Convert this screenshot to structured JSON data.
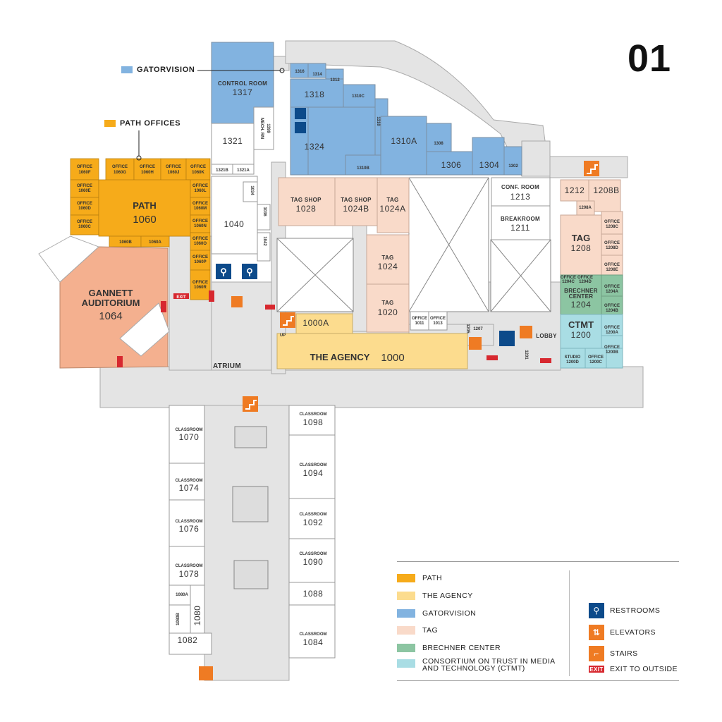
{
  "floor_number": "01",
  "callouts": {
    "gatorvision": "GATORVISION",
    "path_offices": "PATH OFFICES"
  },
  "colors": {
    "path": "#f6ab1a",
    "agency": "#fcdc8e",
    "gatorvision": "#82b3e0",
    "tag": "#f9dac9",
    "brechner": "#8cc5a2",
    "ctmt": "#a9dde4",
    "auditorium": "#f4b08f",
    "corridor": "#e4e4e4",
    "wall": "#9a9a9a",
    "restroom": "#0c4a8a",
    "elevator": "#ef7b23",
    "stairs": "#ef7b23",
    "exit": "#d7282f"
  },
  "rooms": {
    "control_room": "CONTROL ROOM",
    "r1317": "1317",
    "r1316": "1316",
    "r1314": "1314",
    "r1312": "1312",
    "r1318": "1318",
    "r1310c": "1310C",
    "r1310": "1310",
    "r1324": "1324",
    "r1310a": "1310A",
    "r1310b": "1310B",
    "r1308": "1308",
    "r1306": "1306",
    "r1304": "1304",
    "r1302": "1302",
    "mech_rm": "MECH. RM",
    "r1399": "1399",
    "r1321": "1321",
    "r1321b": "1321B",
    "r1321a": "1321A",
    "office": "OFFICE",
    "r1060f": "1060F",
    "r1060g": "1060G",
    "r1060h": "1060H",
    "r1060j": "1060J",
    "r1060k": "1060K",
    "r1060e": "1060E",
    "r1060d": "1060D",
    "r1060c": "1060C",
    "r1060b": "1060B",
    "r1060a": "1060A",
    "r1060l": "1060L",
    "r1060m": "1060M",
    "r1060n": "1060N",
    "r1060o": "1060O",
    "r1060p": "1060P",
    "r1060r": "1060R",
    "path": "PATH",
    "r1060": "1060",
    "gannett": "GANNETT",
    "auditorium": "AUDITORIUM",
    "r1064": "1064",
    "r1040": "1040",
    "r1034": "1034",
    "r1036": "1036",
    "r1042": "1042",
    "tag_shop": "TAG SHOP",
    "r1028": "1028",
    "r1024b": "1024B",
    "tag": "TAG",
    "r1024a": "1024A",
    "r1024": "1024",
    "r1020": "1020",
    "conf_room": "CONF. ROOM",
    "r1213": "1213",
    "breakroom": "BREAKROOM",
    "r1211": "1211",
    "r1212": "1212",
    "r1208b": "1208B",
    "r1208a": "1208A",
    "r1208": "1208",
    "r1208c": "1208C",
    "r1208d": "1208D",
    "r1208e": "1208E",
    "brechner1": "BRECHNER",
    "brechner2": "CENTER",
    "r1204": "1204",
    "r1204c": "1204C",
    "r1204d": "1204D",
    "r1204a": "1204A",
    "r1204b": "1204B",
    "ctmt": "CTMT",
    "r1200": "1200",
    "r1200a": "1200A",
    "r1200b": "1200B",
    "studio": "STUDIO",
    "r1200d": "1200D",
    "r1200c": "1200C",
    "r1011": "1011",
    "r1013": "1013",
    "r1207": "1207",
    "r1201": "1201",
    "r1205": "1205",
    "lobby": "LOBBY",
    "r1000a": "1000A",
    "the_agency": "THE AGENCY",
    "r1000": "1000",
    "atrium": "ATRIUM",
    "up": "UP",
    "classroom": "CLASSROOM",
    "r1070": "1070",
    "r1074": "1074",
    "r1076": "1076",
    "r1078": "1078",
    "r1080a": "1080A",
    "r1080b": "1080B",
    "r1080": "1080",
    "r1082": "1082",
    "r1098": "1098",
    "r1094": "1094",
    "r1092": "1092",
    "r1090": "1090",
    "r1088": "1088",
    "r1084": "1084",
    "exit": "EXIT"
  },
  "legend": {
    "items": [
      {
        "label": "PATH",
        "color": "#f6ab1a"
      },
      {
        "label": "THE AGENCY",
        "color": "#fcdc8e"
      },
      {
        "label": "GATORVISION",
        "color": "#82b3e0"
      },
      {
        "label": "TAG",
        "color": "#f9dac9"
      },
      {
        "label": "BRECHNER CENTER",
        "color": "#8cc5a2"
      },
      {
        "label": "CONSORTIUM ON TRUST IN MEDIA\nAND TECHNOLOGY (CTMT)",
        "color": "#a9dde4"
      }
    ],
    "icons": {
      "restrooms": "RESTROOMS",
      "elevators": "ELEVATORS",
      "stairs": "STAIRS",
      "exit": "EXIT TO OUTSIDE",
      "exit_badge": "EXIT"
    },
    "icon_names": [
      "restroom-icon",
      "elevator-icon",
      "stairs-icon",
      "exit-sign-icon"
    ]
  }
}
